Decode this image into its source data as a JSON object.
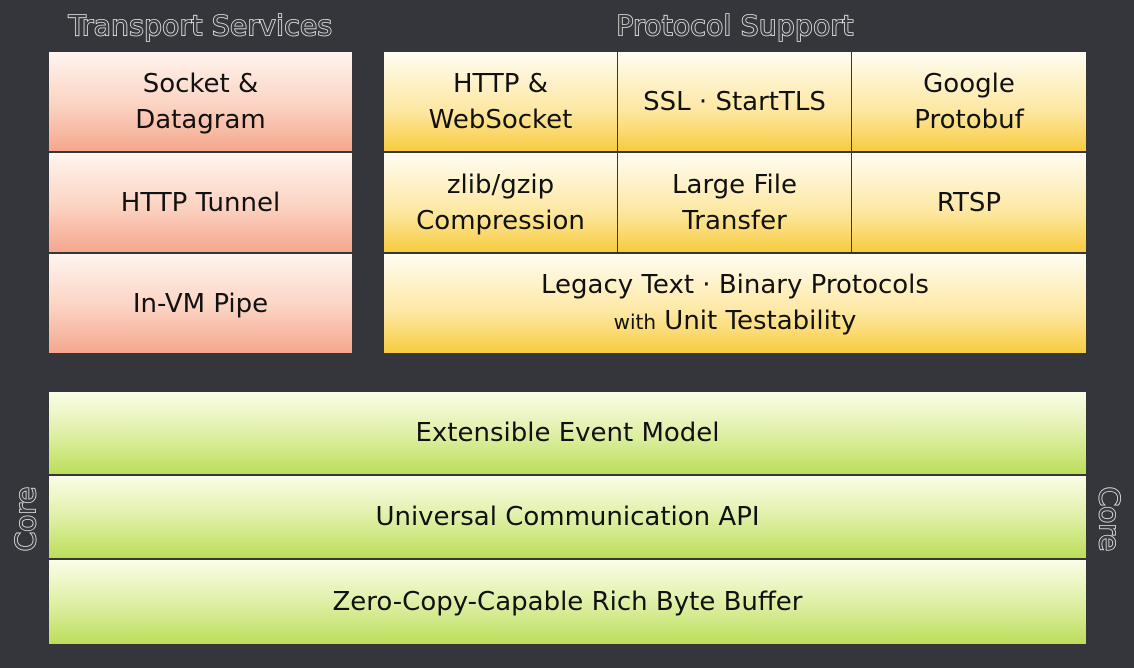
{
  "sections": {
    "transport_title": "Transport Services",
    "protocol_title": "Protocol Support",
    "core_label": "Core"
  },
  "transport": {
    "items": [
      {
        "line1": "Socket &",
        "line2": "Datagram"
      },
      {
        "line1": "HTTP Tunnel"
      },
      {
        "line1": "In-VM Pipe"
      }
    ]
  },
  "protocol": {
    "items": [
      {
        "line1": "HTTP &",
        "line2": "WebSocket"
      },
      {
        "line1": "SSL · StartTLS"
      },
      {
        "line1": "Google",
        "line2": "Protobuf"
      },
      {
        "line1": "zlib/gzip",
        "line2": "Compression"
      },
      {
        "line1": "Large File",
        "line2": "Transfer"
      },
      {
        "line1": "RTSP"
      }
    ],
    "legacy": {
      "line1": "Legacy Text · Binary Protocols",
      "prefix": "with",
      "line2": "Unit Testability"
    }
  },
  "core": {
    "items": [
      "Extensible Event Model",
      "Universal Communication API",
      "Zero-Copy-Capable Rich Byte Buffer"
    ]
  },
  "colors": {
    "background": "#34363b",
    "transport": "#f5a78e",
    "protocol": "#f7cc3f",
    "core": "#bcde5a"
  }
}
